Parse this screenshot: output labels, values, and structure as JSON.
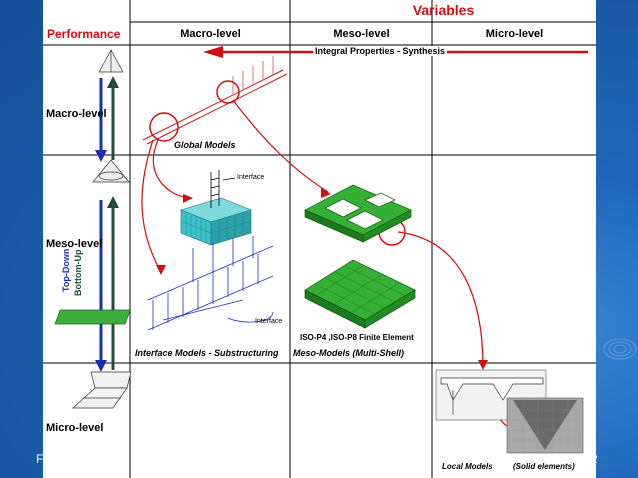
{
  "header": {
    "title": "Variables",
    "row_header": "Performance",
    "columns": [
      "Macro-level",
      "Meso-level",
      "Micro-level"
    ]
  },
  "rows": {
    "labels": [
      "Macro-level",
      "Meso-level",
      "Micro-level"
    ]
  },
  "arrows": {
    "top_down": "Top-Down",
    "bottom_up": "Bottom-Up",
    "synthesis": "Integral Properties - Synthesis"
  },
  "annotations": {
    "global_models": "Global Models",
    "interface_top": "Interface",
    "interface_bottom": "Interface",
    "interface_models": "Interface  Models - Substructuring",
    "finite_element": "ISO-P4 ,ISO-P8  Finite Element",
    "meso_models": "Meso-Models (Multi-Shell)",
    "local_models": "Local Models",
    "solid_elements": "(Solid elements)"
  },
  "footer": {
    "left": "F",
    "right": "2"
  },
  "colors": {
    "background": "#1a5fb0",
    "title_red": "#d01010",
    "arrow_blue": "#1a2fb0",
    "arrow_green": "#1f4d3a",
    "mesh_green": "#2aa82a",
    "mesh_cyan": "#3cc0c8"
  }
}
